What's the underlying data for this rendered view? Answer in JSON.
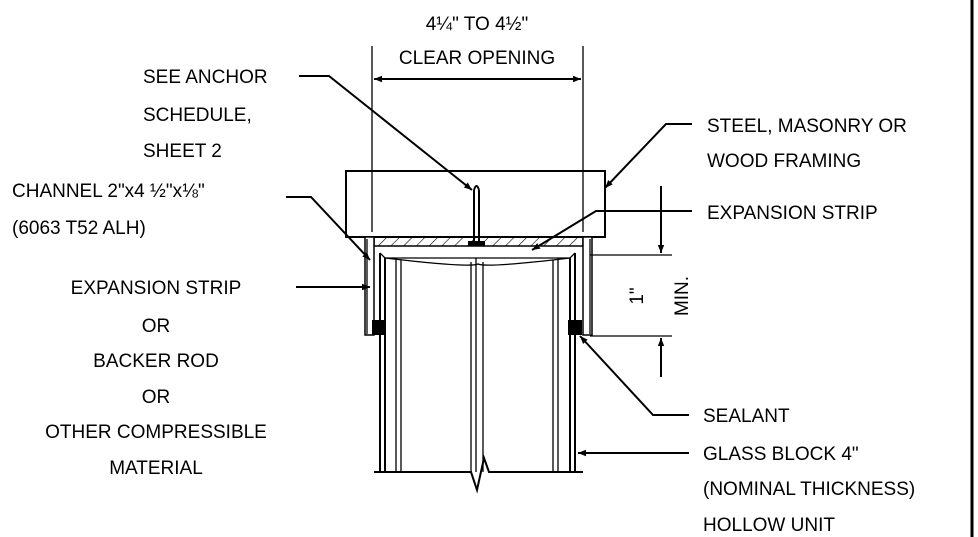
{
  "labels": {
    "clear_opening_line1": "4¼\" TO 4½\"",
    "clear_opening_line2": "CLEAR OPENING",
    "anchor": [
      "SEE ANCHOR",
      "SCHEDULE,",
      "SHEET 2"
    ],
    "framing": [
      "STEEL, MASONRY OR",
      "WOOD FRAMING"
    ],
    "channel": [
      "CHANNEL 2\"x4 ½\"x⅛\"",
      "(6063 T52 ALH)"
    ],
    "expansion_strip_right": "EXPANSION STRIP",
    "compressible": [
      "EXPANSION STRIP",
      "OR",
      "BACKER ROD",
      "OR",
      "OTHER COMPRESSIBLE",
      "MATERIAL"
    ],
    "dim_1": "1\"",
    "dim_min": "MIN.",
    "sealant": "SEALANT",
    "glass_block": [
      "GLASS BLOCK 4\"",
      "(NOMINAL THICKNESS)",
      "HOLLOW UNIT"
    ]
  },
  "colors": {
    "ink": "#000000",
    "background": "#ffffff"
  }
}
